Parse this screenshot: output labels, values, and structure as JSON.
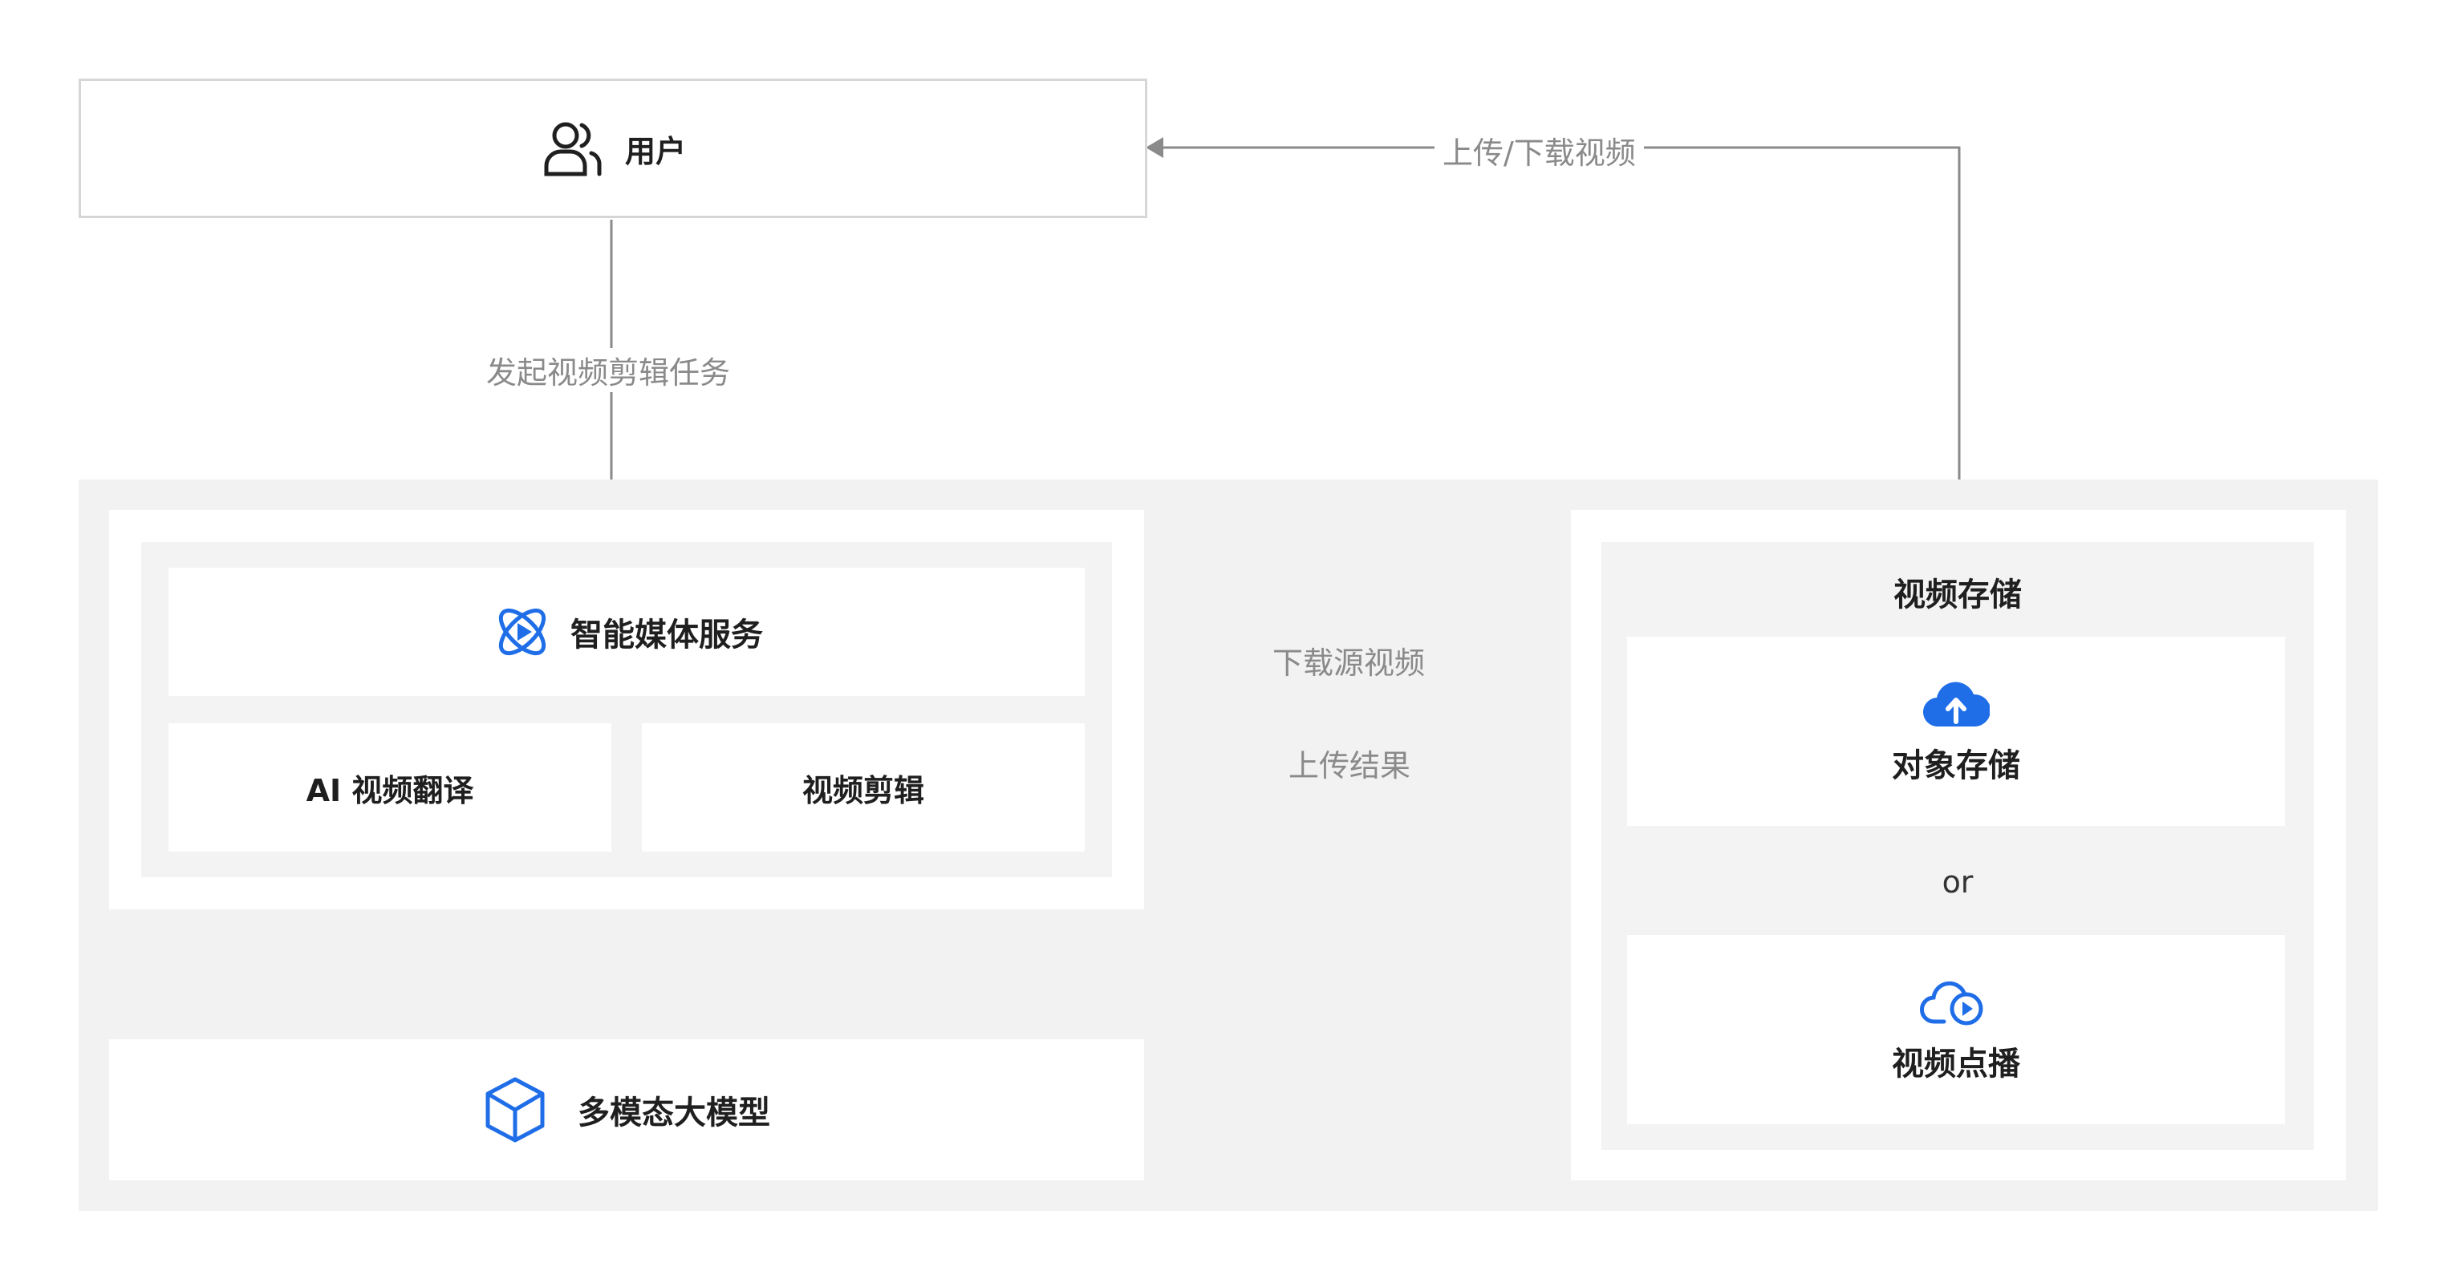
{
  "user": {
    "label": "用户",
    "icon": "users-icon"
  },
  "edges": {
    "upload_download": "上传/下载视频",
    "start_task": "发起视频剪辑任务",
    "download_source": "下载源视频",
    "upload_result": "上传结果"
  },
  "service": {
    "title": "智能媒体服务",
    "icon": "media-service-icon",
    "modules": {
      "translate": "AI 视频翻译",
      "edit": "视频剪辑"
    }
  },
  "model": {
    "label": "多模态大模型",
    "icon": "cube-icon"
  },
  "storage": {
    "title": "视频存储",
    "object": {
      "label": "对象存储",
      "icon": "cloud-upload-icon"
    },
    "separator": "or",
    "vod": {
      "label": "视频点播",
      "icon": "cloud-play-icon"
    }
  },
  "colors": {
    "accent": "#1f6ee8",
    "line": "#8a8a8a",
    "panel": "#f2f2f2"
  }
}
